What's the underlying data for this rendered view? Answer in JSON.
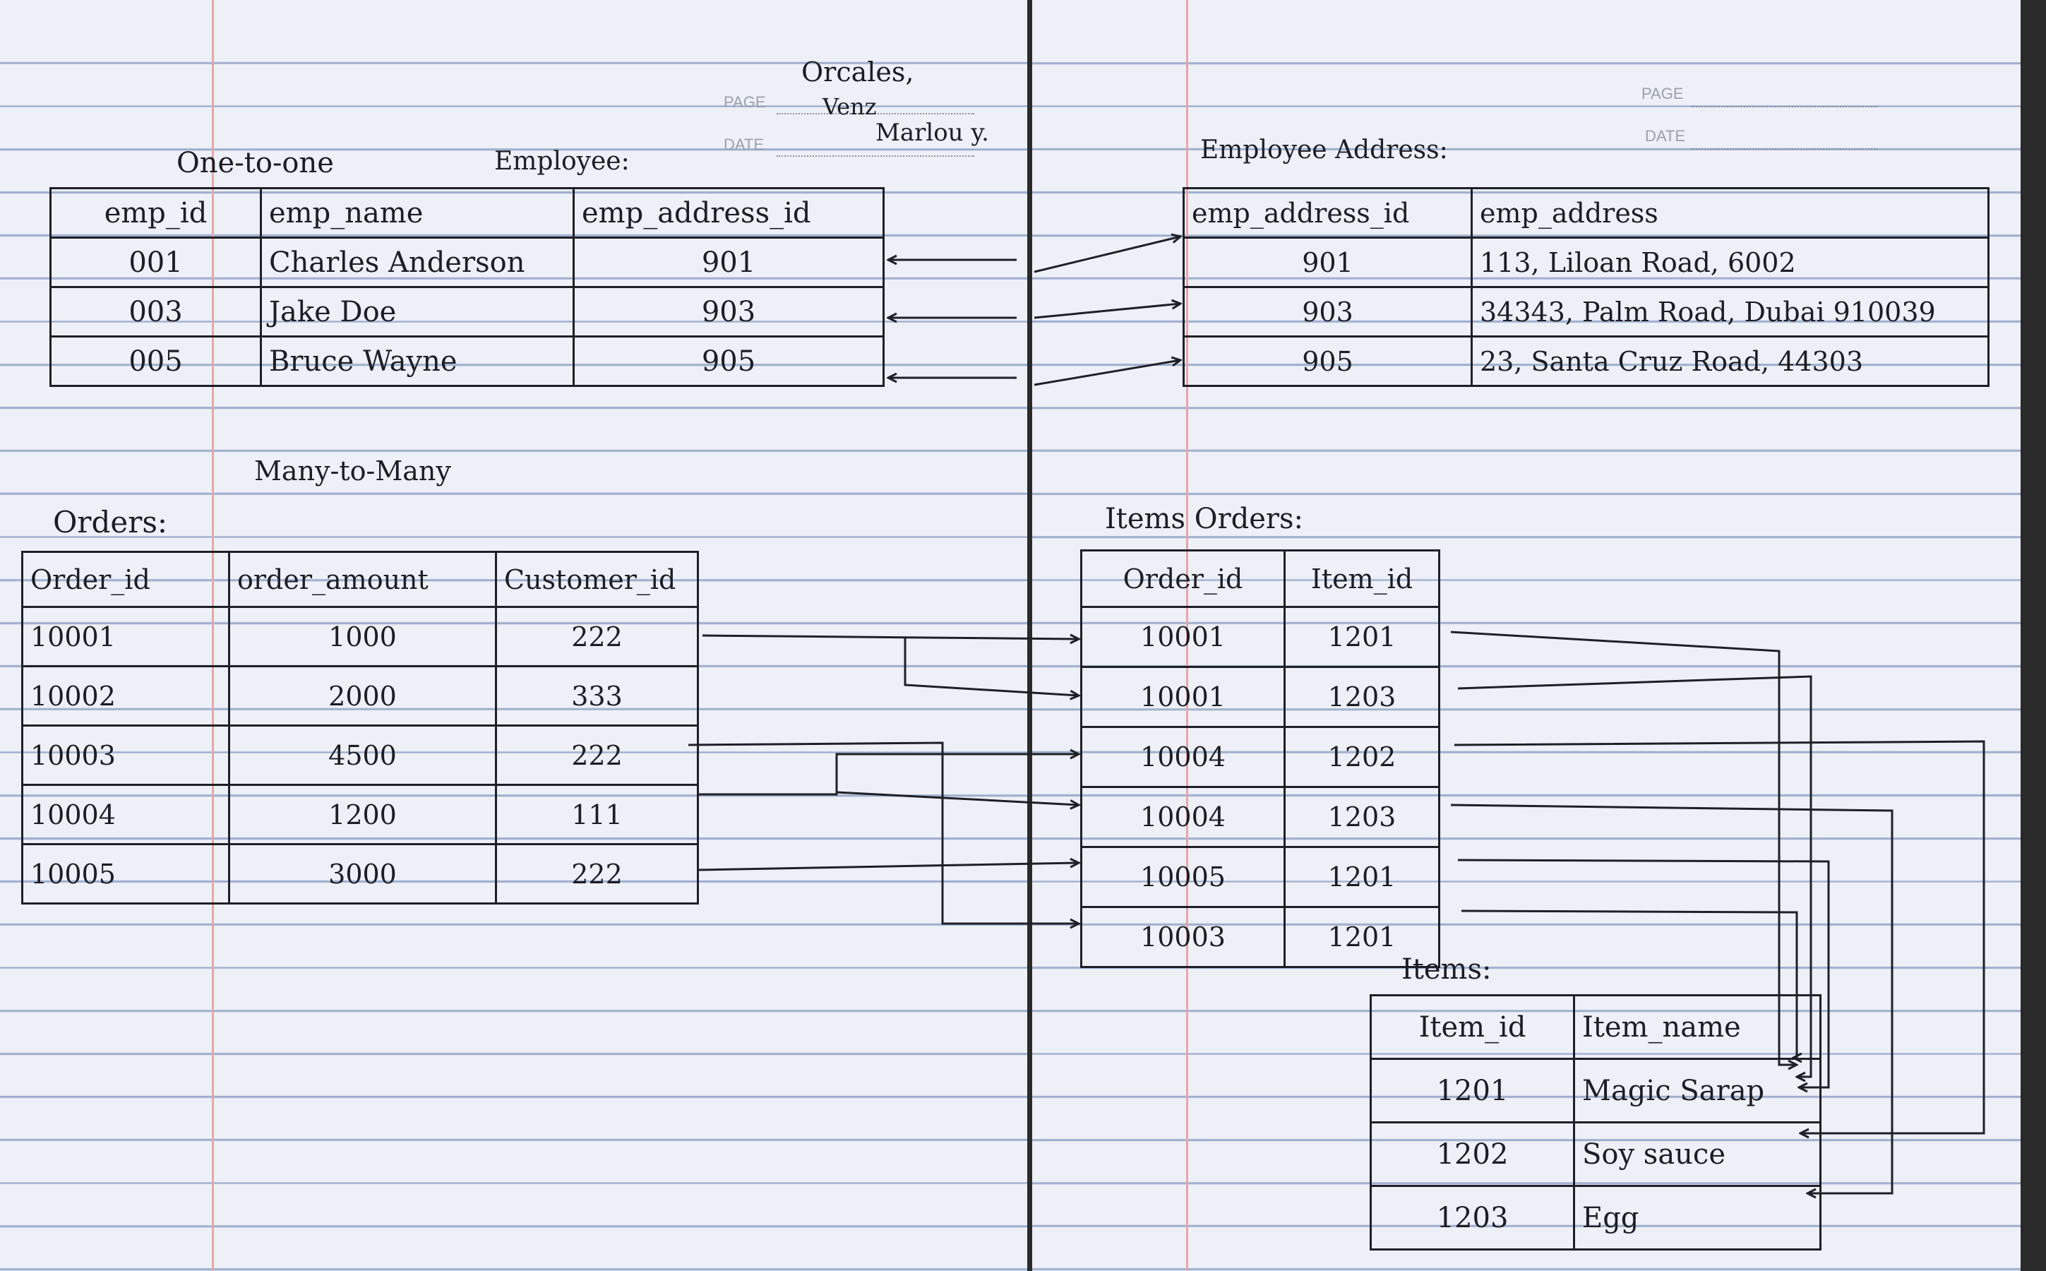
{
  "header": {
    "page_label": "PAGE",
    "date_label": "DATE",
    "author_line1": "Orcales,",
    "author_line2": "Venz",
    "author_line3": "Marlou y."
  },
  "one_to_one": {
    "title": "One-to-one",
    "employee": {
      "title": "Employee:",
      "columns": [
        "emp_id",
        "emp_name",
        "emp_address_id"
      ],
      "rows": [
        [
          "001",
          "Charles Anderson",
          "901"
        ],
        [
          "003",
          "Jake Doe",
          "903"
        ],
        [
          "005",
          "Bruce Wayne",
          "905"
        ]
      ]
    },
    "employee_address": {
      "title": "Employee Address:",
      "columns": [
        "emp_address_id",
        "emp_address"
      ],
      "rows": [
        [
          "901",
          "113, Liloan Road, 6002"
        ],
        [
          "903",
          "34343, Palm Road, Dubai 910039"
        ],
        [
          "905",
          "23, Santa Cruz Road, 44303"
        ]
      ]
    }
  },
  "many_to_many": {
    "title": "Many-to-Many",
    "orders": {
      "title": "Orders:",
      "columns": [
        "Order_id",
        "order_amount",
        "Customer_id"
      ],
      "rows": [
        [
          "10001",
          "1000",
          "222"
        ],
        [
          "10002",
          "2000",
          "333"
        ],
        [
          "10003",
          "4500",
          "222"
        ],
        [
          "10004",
          "1200",
          "111"
        ],
        [
          "10005",
          "3000",
          "222"
        ]
      ]
    },
    "items_orders": {
      "title": "Items Orders:",
      "columns": [
        "Order_id",
        "Item_id"
      ],
      "rows": [
        [
          "10001",
          "1201"
        ],
        [
          "10001",
          "1203"
        ],
        [
          "10004",
          "1202"
        ],
        [
          "10004",
          "1203"
        ],
        [
          "10005",
          "1201"
        ],
        [
          "10003",
          "1201"
        ]
      ]
    },
    "items": {
      "title": "Items:",
      "columns": [
        "Item_id",
        "Item_name"
      ],
      "rows": [
        [
          "1201",
          "Magic Sarap"
        ],
        [
          "1202",
          "Soy sauce"
        ],
        [
          "1203",
          "Egg"
        ]
      ]
    }
  }
}
